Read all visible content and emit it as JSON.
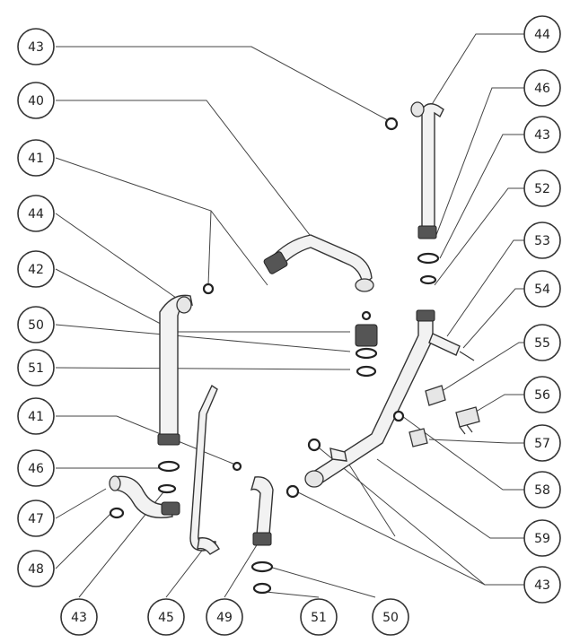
{
  "callouts": [
    {
      "label": "43"
    },
    {
      "label": "40"
    },
    {
      "label": "41"
    },
    {
      "label": "44"
    },
    {
      "label": "42"
    },
    {
      "label": "50"
    },
    {
      "label": "51"
    },
    {
      "label": "41"
    },
    {
      "label": "46"
    },
    {
      "label": "47"
    },
    {
      "label": "48"
    },
    {
      "label": "43"
    },
    {
      "label": "45"
    },
    {
      "label": "49"
    },
    {
      "label": "51"
    },
    {
      "label": "50"
    },
    {
      "label": "44"
    },
    {
      "label": "46"
    },
    {
      "label": "43"
    },
    {
      "label": "52"
    },
    {
      "label": "53"
    },
    {
      "label": "54"
    },
    {
      "label": "55"
    },
    {
      "label": "56"
    },
    {
      "label": "57"
    },
    {
      "label": "58"
    },
    {
      "label": "59"
    },
    {
      "label": "43"
    }
  ]
}
